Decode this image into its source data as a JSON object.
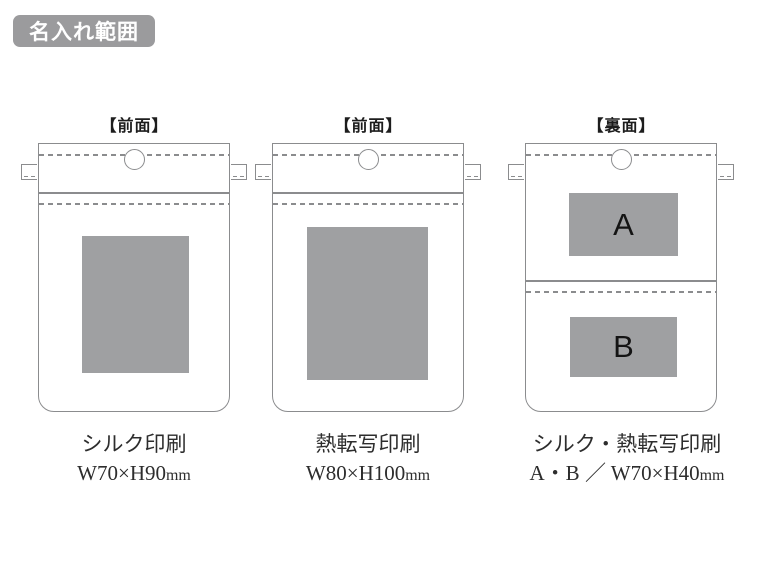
{
  "badge": {
    "label": "名入れ範囲"
  },
  "colors": {
    "badge_bg": "#9b9b9d",
    "outline": "#8b8c8e",
    "print_area_fill": "#9fa0a2",
    "caption_text": "#2d2d2d"
  },
  "bags": [
    {
      "face_label": "【前面】",
      "print_zone": {
        "label": ""
      },
      "caption": {
        "method": "シルク印刷",
        "size": "W70×H90",
        "unit": "mm"
      }
    },
    {
      "face_label": "【前面】",
      "print_zone": {
        "label": ""
      },
      "caption": {
        "method": "熱転写印刷",
        "size": "W80×H100",
        "unit": "mm"
      }
    },
    {
      "face_label": "【裏面】",
      "zone_a": {
        "label": "A"
      },
      "zone_b": {
        "label": "B"
      },
      "caption": {
        "method": "シルク・熱転写印刷",
        "size": "A・B ／ W70×H40",
        "unit": "mm"
      }
    }
  ]
}
